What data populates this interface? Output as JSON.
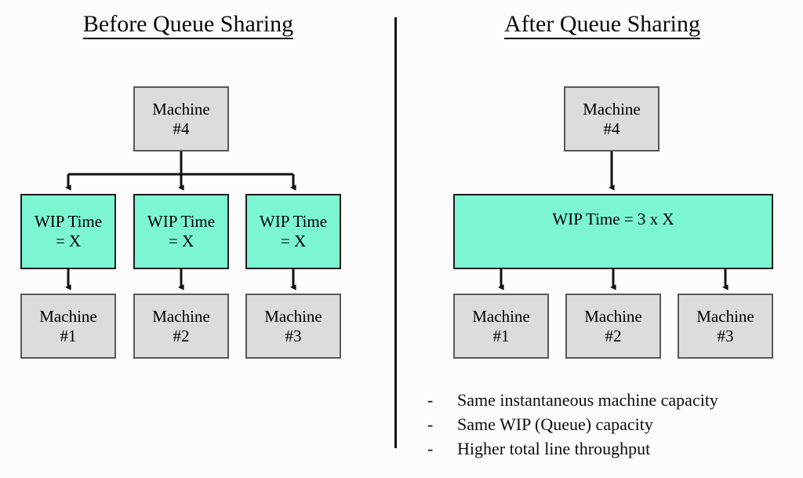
{
  "page": {
    "background_color": "#fcfcfc",
    "text_color": "#000000"
  },
  "palette": {
    "machine_fill": "#dcdcdc",
    "machine_border": "#595959",
    "wip_fill": "#7cf5d3",
    "wip_border": "#1c1c1c",
    "connector": "#111111",
    "divider": "#111111"
  },
  "left_panel": {
    "title": "Before Queue Sharing",
    "source_node": {
      "label": "Machine\n#4"
    },
    "queues": [
      {
        "label": "WIP Time\n= X"
      },
      {
        "label": "WIP Time\n= X"
      },
      {
        "label": "WIP Time\n= X"
      }
    ],
    "machines": [
      {
        "label": "Machine\n#1"
      },
      {
        "label": "Machine\n#2"
      },
      {
        "label": "Machine\n#3"
      }
    ]
  },
  "right_panel": {
    "title": "After Queue Sharing",
    "source_node": {
      "label": "Machine\n#4"
    },
    "shared_queue": {
      "label": "WIP Time = 3 x X"
    },
    "machines": [
      {
        "label": "Machine\n#1"
      },
      {
        "label": "Machine\n#2"
      },
      {
        "label": "Machine\n#3"
      }
    ],
    "notes": {
      "bullet_marker": "-",
      "items": [
        "Same instantaneous machine capacity",
        "Same WIP (Queue) capacity",
        "Higher total line throughput"
      ]
    }
  }
}
